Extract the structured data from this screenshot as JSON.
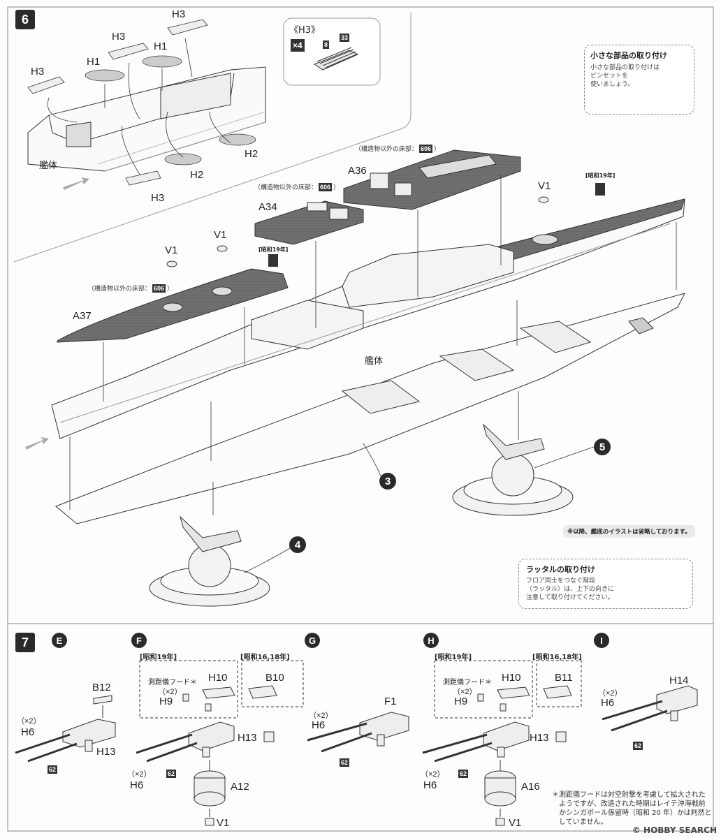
{
  "step6": {
    "number": "6",
    "parts": {
      "h3_a": "H3",
      "h3_b": "H3",
      "h3_c": "H3",
      "h3_d": "H3",
      "h1_a": "H1",
      "h1_b": "H1",
      "h2_a": "H2",
      "h2_b": "H2",
      "hull_top": "艦体",
      "a36": "A36",
      "a34": "A34",
      "a37": "A37",
      "v1_a": "V1",
      "v1_b": "V1",
      "v1_c": "V1",
      "hull_main": "艦体"
    },
    "detail_box": {
      "title": "《H3》",
      "multiplier": "×4",
      "part_a": "8",
      "part_b": "33"
    },
    "small_parts_tip": {
      "title": "小さな部品の取り付け",
      "body_1": "小さな部品の取り付けは",
      "body_2": "ピンセットを",
      "body_3": "使いましょう。"
    },
    "floor_note_prefix": "（構造物以外の床部：",
    "floor_note_num": "606",
    "floor_note_suffix": "）",
    "era_1944": "[昭和19年]",
    "callouts": {
      "c3": "3",
      "c4": "4",
      "c5": "5"
    },
    "omit_note": "※以降、艦底のイラストは省略しております。",
    "ladder_tip": {
      "title": "ラッタルの取り付け",
      "body_1": "フロア同士をつなぐ階段",
      "body_2": "（ラッタル）は、上下の向きに",
      "body_3": "注意して取り付けてください。"
    }
  },
  "step7": {
    "number": "7",
    "groups": {
      "e": {
        "letter": "E",
        "b12": "B12",
        "x2": "（×2）",
        "h6": "H6",
        "h13": "H13",
        "n62": "62"
      },
      "f": {
        "letter": "F",
        "era_a": "[昭和19年]",
        "era_b": "[昭和16,18年]",
        "hood": "測距儀フード＊",
        "x2a": "（×2）",
        "h9": "H9",
        "h10": "H10",
        "b10": "B10",
        "h13": "H13",
        "x2b": "（×2）",
        "h6": "H6",
        "n62": "62",
        "a12": "A12",
        "v1": "V1"
      },
      "g": {
        "letter": "G",
        "f1": "F1",
        "x2": "（×2）",
        "h6": "H6",
        "n62": "62"
      },
      "h": {
        "letter": "H",
        "era_a": "[昭和19年]",
        "era_b": "[昭和16,18年]",
        "hood": "測距儀フード＊",
        "x2a": "（×2）",
        "h9": "H9",
        "h10": "H10",
        "b11": "B11",
        "h13": "H13",
        "x2b": "（×2）",
        "h6": "H6",
        "n62": "62",
        "a16": "A16",
        "v1": "V1"
      },
      "i": {
        "letter": "I",
        "x2": "（×2）",
        "h6": "H6",
        "h14": "H14",
        "n62": "62"
      }
    },
    "footnote_1": "＊測距儀フードは対空射撃を考慮して拡大された",
    "footnote_2": "ようですが、改造された時期はレイテ沖海戦前",
    "footnote_3": "かシンガポール係留時（昭和 20 年）かは判然と",
    "footnote_4": "していません。"
  },
  "watermark": "© HOBBY SEARCH"
}
